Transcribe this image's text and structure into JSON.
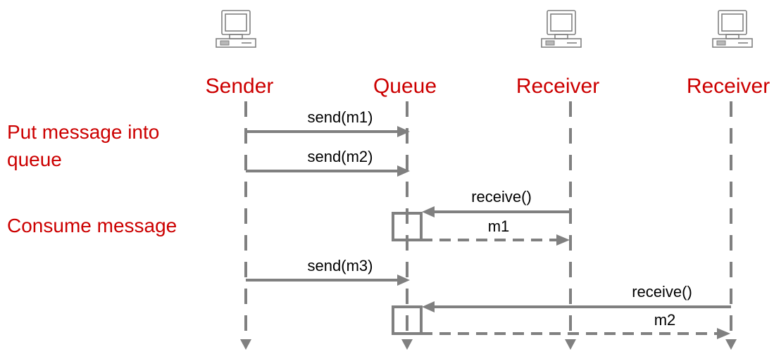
{
  "actors": [
    {
      "label": "Sender",
      "icon": "computer-icon"
    },
    {
      "label": "Queue",
      "icon": null
    },
    {
      "label": "Receiver",
      "icon": "computer-icon"
    },
    {
      "label": "Receiver",
      "icon": "computer-icon"
    }
  ],
  "annotations": {
    "put_line1": "Put message into",
    "put_line2": "queue",
    "consume": "Consume message"
  },
  "messages": [
    {
      "label": "send(m1)",
      "from": 0,
      "to": 1,
      "style": "solid"
    },
    {
      "label": "send(m2)",
      "from": 0,
      "to": 1,
      "style": "solid"
    },
    {
      "label": "receive()",
      "from": 2,
      "to": 1,
      "style": "solid"
    },
    {
      "label": "m1",
      "from": 1,
      "to": 2,
      "style": "dashed"
    },
    {
      "label": "send(m3)",
      "from": 0,
      "to": 1,
      "style": "solid"
    },
    {
      "label": "receive()",
      "from": 3,
      "to": 1,
      "style": "solid"
    },
    {
      "label": "m2",
      "from": 1,
      "to": 3,
      "style": "dashed"
    }
  ],
  "colors": {
    "accent": "#cc0000",
    "line": "#808080",
    "text": "#000000"
  }
}
